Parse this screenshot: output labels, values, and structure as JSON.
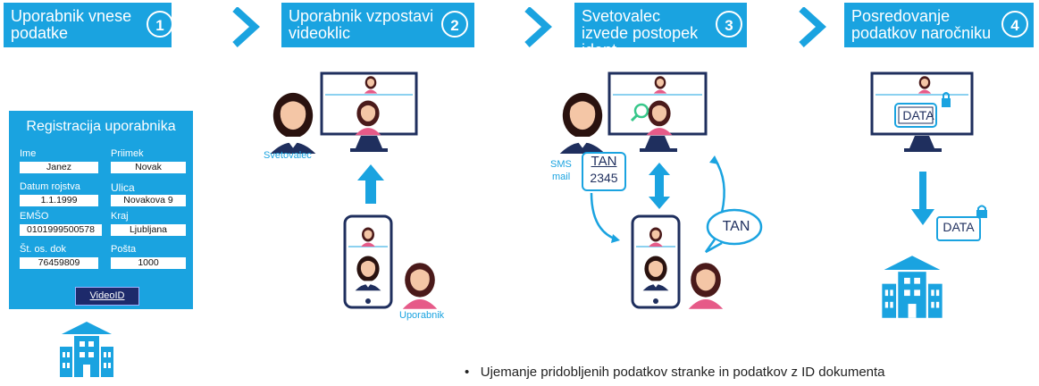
{
  "steps": [
    {
      "title": "Uporabnik vnese podatke",
      "num": "1"
    },
    {
      "title": "Uporabnik vzpostavi videoklic",
      "num": "2"
    },
    {
      "title": "Svetovalec izvede postopek ident.",
      "num": "3"
    },
    {
      "title": "Posredovanje podatkov naročniku",
      "num": "4"
    }
  ],
  "form": {
    "title": "Registracija uporabnika",
    "fields": [
      {
        "label": "Ime",
        "value": "Janez"
      },
      {
        "label": "Priimek",
        "value": "Novak"
      },
      {
        "label": "Datum rojstva",
        "value": "1.1.1999"
      },
      {
        "label": "Ulica",
        "value": "Novakova 9"
      },
      {
        "label": "EMŠO",
        "value": "0101999500578"
      },
      {
        "label": "Kraj",
        "value": "Ljubljana"
      },
      {
        "label": "Št. os. dok",
        "value": "76459809"
      },
      {
        "label": "Pošta",
        "value": "1000"
      }
    ],
    "button": "VideoID"
  },
  "labels": {
    "advisor": "Svetovalec",
    "user": "Uporabnik",
    "sms": "SMS",
    "mail": "mail",
    "tan": "TAN",
    "tan_code": "2345",
    "data": "DATA"
  },
  "bullet": "Ujemanje pridobljenih podatkov stranke in podatkov z ID dokumenta",
  "colors": {
    "accent": "#1aa3e0",
    "dark": "#1d2a6b",
    "outline": "#1f2f5e"
  }
}
